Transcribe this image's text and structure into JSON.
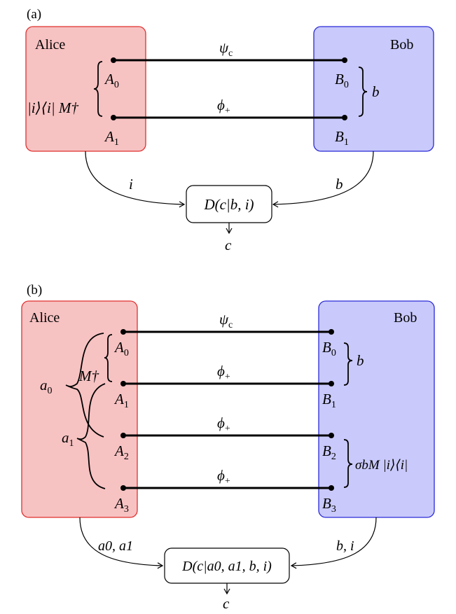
{
  "panel_a": {
    "label": "(a)",
    "alice": "Alice",
    "bob": "Bob",
    "top_wire": "ψ",
    "top_wire_sub": "c",
    "bottom_wire": "ϕ",
    "bottom_wire_sub": "+",
    "alice_ports": [
      {
        "base": "A",
        "sub": "0"
      },
      {
        "base": "A",
        "sub": "1"
      }
    ],
    "bob_ports": [
      {
        "base": "B",
        "sub": "0"
      },
      {
        "base": "B",
        "sub": "1"
      }
    ],
    "alice_op": "|i⟩⟨i| M†",
    "bob_brace": "b",
    "arrow_left": "i",
    "arrow_right": "b",
    "decoder": "D(c|b, i)",
    "output": "c"
  },
  "panel_b": {
    "label": "(b)",
    "alice": "Alice",
    "bob": "Bob",
    "wires": [
      {
        "name": "ψ",
        "sub": "c"
      },
      {
        "name": "ϕ",
        "sub": "+"
      },
      {
        "name": "ϕ",
        "sub": "+"
      },
      {
        "name": "ϕ",
        "sub": "+"
      }
    ],
    "alice_ports": [
      {
        "base": "A",
        "sub": "0"
      },
      {
        "base": "A",
        "sub": "1"
      },
      {
        "base": "A",
        "sub": "2"
      },
      {
        "base": "A",
        "sub": "3"
      }
    ],
    "bob_ports": [
      {
        "base": "B",
        "sub": "0"
      },
      {
        "base": "B",
        "sub": "1"
      },
      {
        "base": "B",
        "sub": "2"
      },
      {
        "base": "B",
        "sub": "3"
      }
    ],
    "alice_op": "M†",
    "a0": {
      "base": "a",
      "sub": "0"
    },
    "a1": {
      "base": "a",
      "sub": "1"
    },
    "bob_brace_top": "b",
    "bob_brace_bottom": "σbM |i⟩⟨i|",
    "arrow_left": "a0, a1",
    "arrow_right": "b, i",
    "decoder": "D(c|a0, a1, b, i)",
    "output": "c"
  },
  "colors": {
    "alice_fill": "#f7c2c2",
    "alice_stroke": "#e0302f",
    "bob_fill": "#c9c9fb",
    "bob_stroke": "#2a2ad6"
  }
}
